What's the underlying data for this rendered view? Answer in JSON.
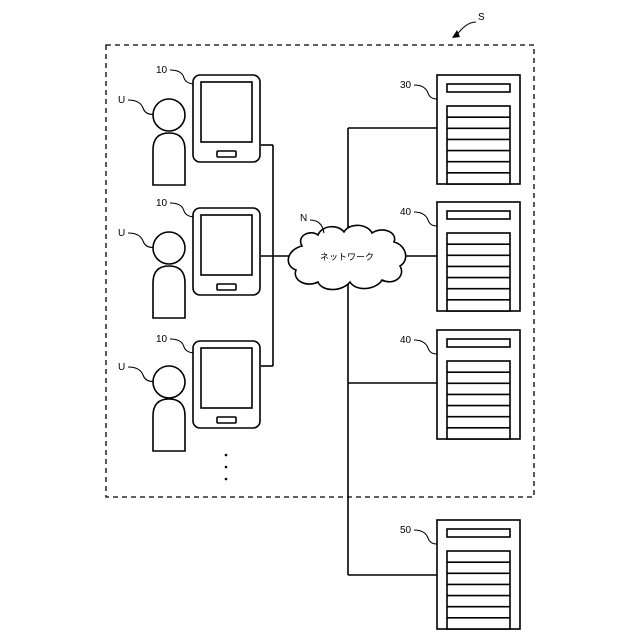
{
  "system_label": "S",
  "network": {
    "ref": "N",
    "label": "ネットワーク"
  },
  "users": [
    {
      "ref": "U",
      "terminal_ref": "10"
    },
    {
      "ref": "U",
      "terminal_ref": "10"
    },
    {
      "ref": "U",
      "terminal_ref": "10"
    }
  ],
  "servers": [
    {
      "ref": "30",
      "in_system": true
    },
    {
      "ref": "40",
      "in_system": true
    },
    {
      "ref": "40",
      "in_system": true
    },
    {
      "ref": "50",
      "in_system": false
    }
  ]
}
